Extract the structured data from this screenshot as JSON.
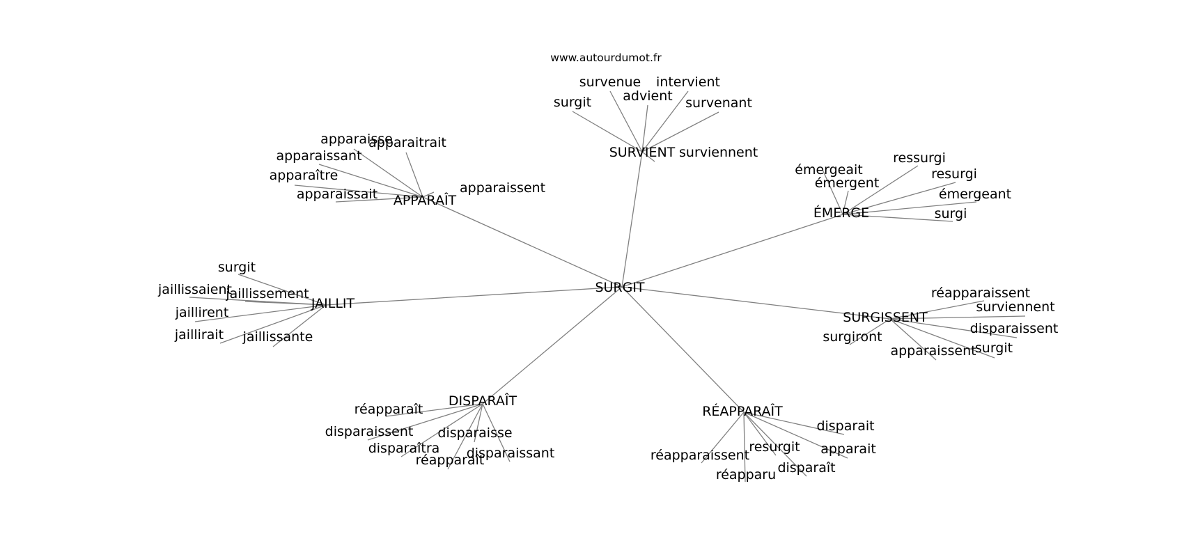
{
  "source": "www.autourdumot.fr",
  "center": "SURGIT",
  "groups": [
    {
      "label": "SURVIENT",
      "leaves": [
        "survenue",
        "intervient",
        "advient",
        "surgit",
        "survenant",
        "surviennent"
      ]
    },
    {
      "label": "APPARAÎT",
      "leaves": [
        "apparaisse",
        "apparaitrait",
        "apparaissant",
        "apparaître",
        "apparaissait",
        "apparaissent"
      ]
    },
    {
      "label": "ÉMERGE",
      "leaves": [
        "émergeait",
        "ressurgi",
        "émergent",
        "resurgi",
        "émergeant",
        "surgi"
      ]
    },
    {
      "label": "JAILLIT",
      "leaves": [
        "surgit",
        "jaillissaient",
        "jaillissement",
        "jaillirent",
        "jaillirait",
        "jaillissante"
      ]
    },
    {
      "label": "SURGISSENT",
      "leaves": [
        "réapparaissent",
        "surviennent",
        "disparaissent",
        "surgiront",
        "apparaissent",
        "surgit"
      ]
    },
    {
      "label": "DISPARAÎT",
      "leaves": [
        "réapparaît",
        "disparaissent",
        "disparaisse",
        "disparaîtra",
        "réapparaît",
        "disparaissant"
      ]
    },
    {
      "label": "RÉAPPARAÎT",
      "leaves": [
        "disparait",
        "apparait",
        "resurgit",
        "réapparaissent",
        "disparaît",
        "réapparu"
      ]
    }
  ]
}
